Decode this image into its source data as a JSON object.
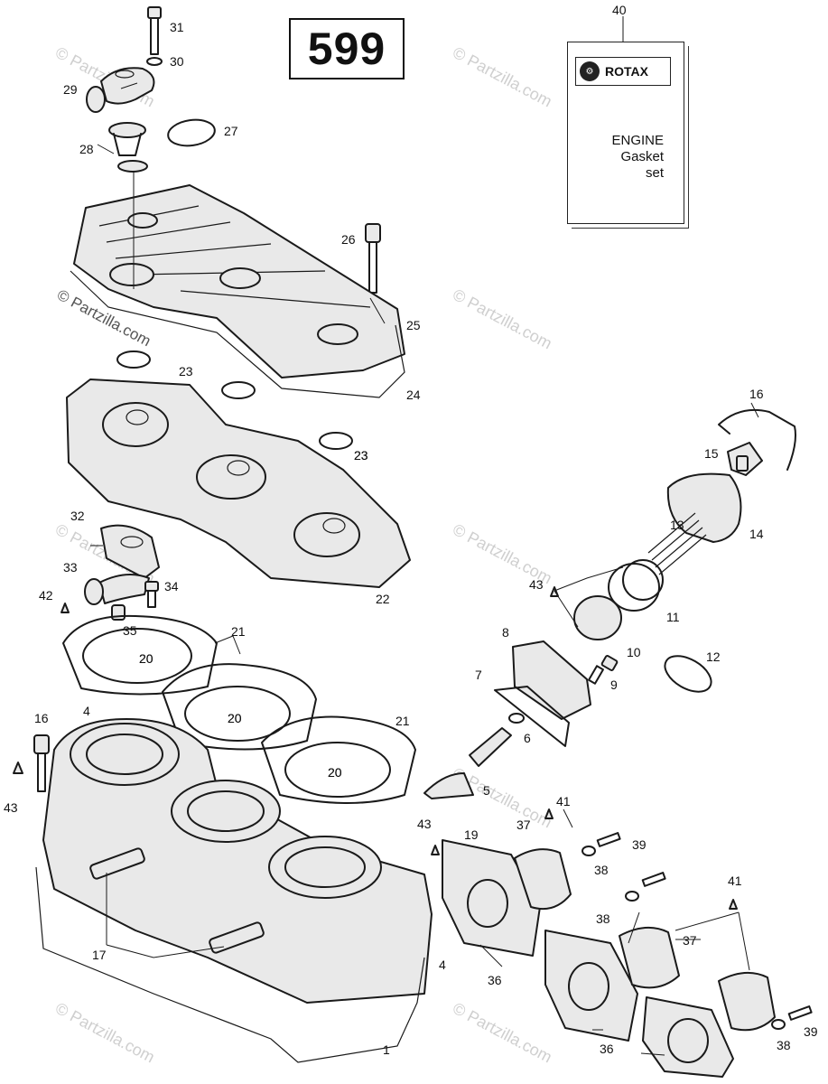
{
  "page_number": "599",
  "booklet": {
    "brand": "ROTAX",
    "lines": [
      "ENGINE",
      "Gasket",
      "set"
    ]
  },
  "watermark": "© Partzilla.com",
  "inner_labels": [
    "20",
    "20",
    "20"
  ],
  "callouts": [
    "31",
    "30",
    "29",
    "28",
    "27",
    "26",
    "25",
    "23",
    "23",
    "24",
    "23",
    "22",
    "32",
    "33",
    "34",
    "42",
    "35",
    "21",
    "20",
    "20",
    "21",
    "20",
    "4",
    "16",
    "43",
    "17",
    "4",
    "1",
    "40",
    "16",
    "15",
    "14",
    "13",
    "43",
    "11",
    "10",
    "12",
    "8",
    "9",
    "7",
    "6",
    "5",
    "41",
    "37",
    "39",
    "43",
    "19",
    "38",
    "38",
    "41",
    "37",
    "36",
    "36",
    "38",
    "39"
  ]
}
